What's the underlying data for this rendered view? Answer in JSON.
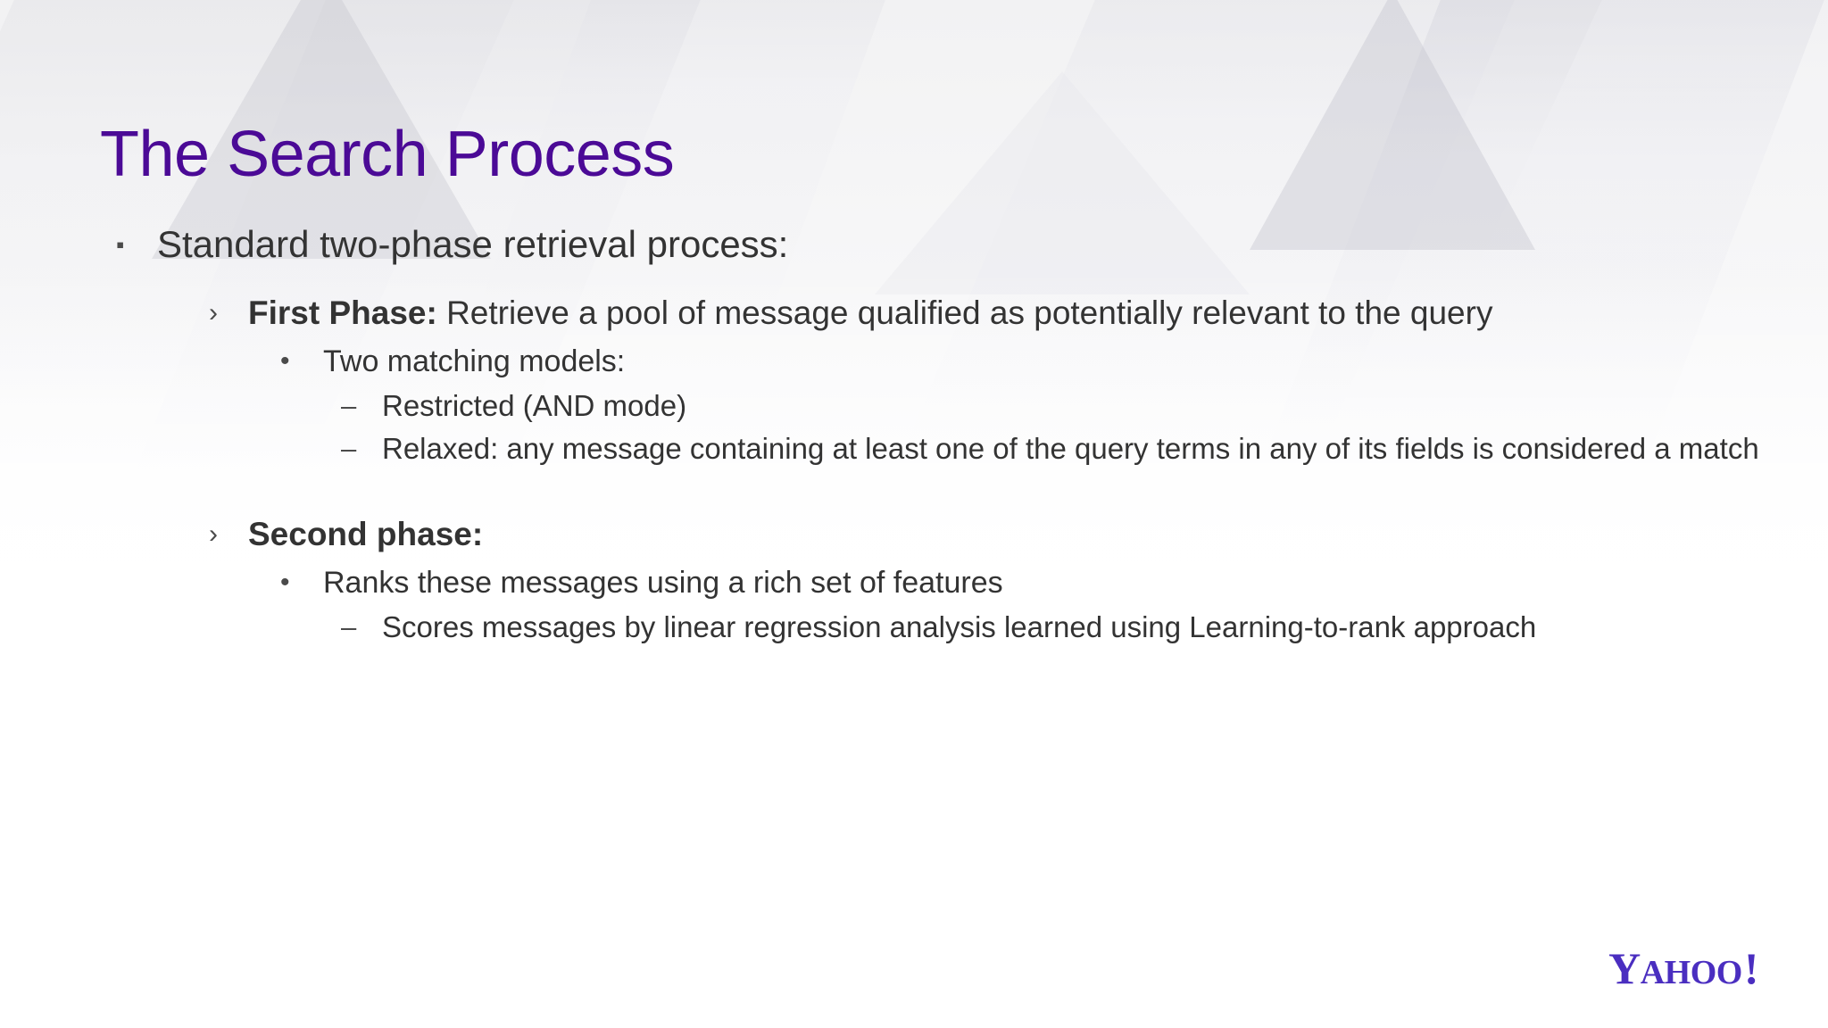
{
  "slide": {
    "title": "The Search Process",
    "title_color": "#4B0A96",
    "body_color": "#333333",
    "background_color": "#ffffff"
  },
  "markers": {
    "level1": "▪",
    "level2": "›",
    "level3": "•",
    "level4": "–"
  },
  "body": {
    "intro": "Standard two-phase retrieval process:",
    "first_phase": {
      "label": "First Phase:",
      "text": " Retrieve a pool of message qualified as potentially relevant to the query",
      "sub": {
        "heading": "Two matching models:",
        "items": [
          "Restricted (AND mode)",
          "Relaxed: any message containing at least one of the query terms in any of its fields is considered a match"
        ]
      }
    },
    "second_phase": {
      "label": "Second phase:",
      "sub": {
        "heading": "Ranks these messages using a rich set of features",
        "items": [
          "Scores messages by linear regression analysis learned using Learning-to-rank approach"
        ]
      }
    }
  },
  "logo": {
    "name": "yahoo-logo",
    "y": "Y",
    "a": "A",
    "h": "H",
    "o1": "O",
    "o2": "O",
    "bang": "!",
    "color": "#4A2EC0"
  }
}
